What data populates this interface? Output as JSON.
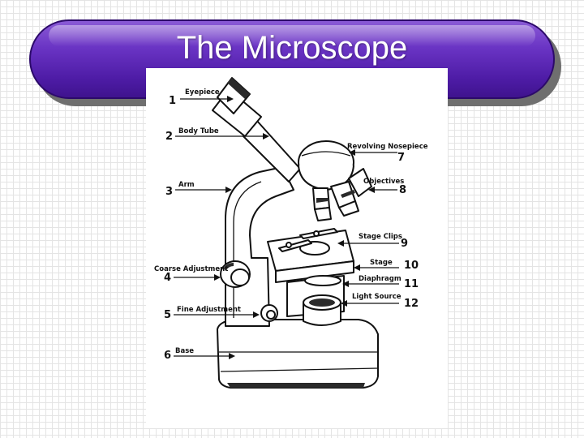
{
  "slide": {
    "title": "The Microscope",
    "accent_color": "#5a2bb5"
  },
  "diagram": {
    "labels": [
      {
        "number": "1",
        "text": "Eyepiece"
      },
      {
        "number": "2",
        "text": "Body Tube"
      },
      {
        "number": "3",
        "text": "Arm"
      },
      {
        "number": "4",
        "text": "Coarse Adjustment"
      },
      {
        "number": "5",
        "text": "Fine Adjustment"
      },
      {
        "number": "6",
        "text": "Base"
      },
      {
        "number": "7",
        "text": "Revolving Nosepiece"
      },
      {
        "number": "8",
        "text": "Objectives"
      },
      {
        "number": "9",
        "text": "Stage Clips"
      },
      {
        "number": "10",
        "text": "Stage"
      },
      {
        "number": "11",
        "text": "Diaphragm"
      },
      {
        "number": "12",
        "text": "Light Source"
      }
    ]
  }
}
